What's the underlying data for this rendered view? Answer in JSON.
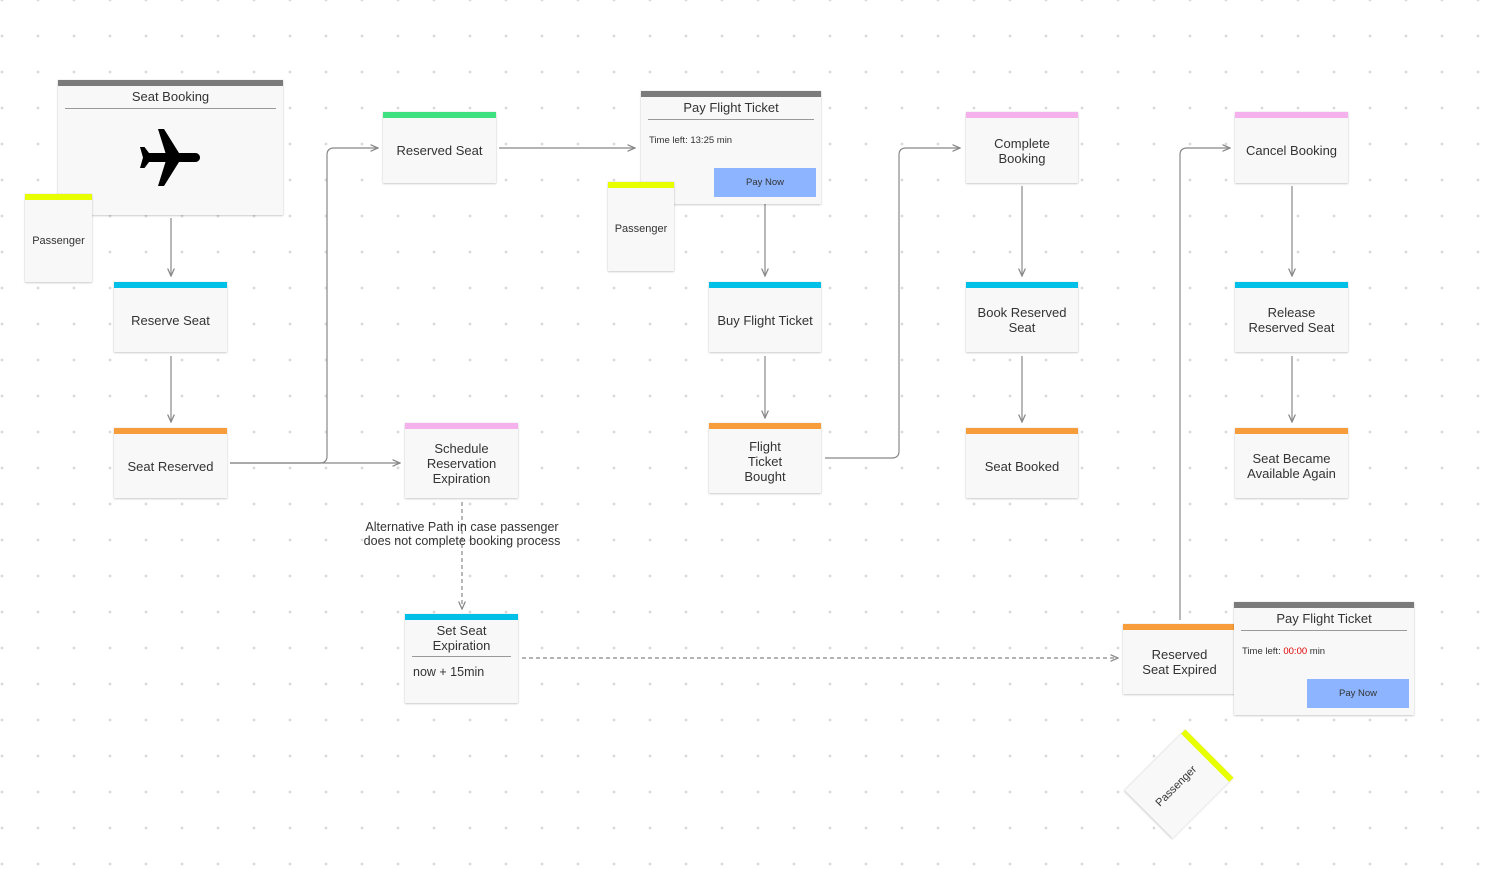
{
  "seat_booking": {
    "title": "Seat Booking",
    "icon": "airplane-icon"
  },
  "passenger_label": "Passenger",
  "pay_card": {
    "title": "Pay Flight Ticket",
    "time_prefix": "Time left:",
    "time_value": "13:25",
    "time_unit": "min",
    "button": "Pay Now"
  },
  "pay_card_expired": {
    "title": "Pay Flight Ticket",
    "time_prefix": "Time left:",
    "time_value": "00:00",
    "time_unit": "min",
    "button": "Pay Now"
  },
  "nodes": {
    "reserve_seat": "Reserve Seat",
    "seat_reserved": "Seat Reserved",
    "reserved_seat": "Reserved Seat",
    "schedule_expiration": "Schedule Reservation Expiration",
    "set_seat_expiration": "Set Seat Expiration",
    "set_seat_expiration_value": "now + 15min",
    "buy_flight_ticket": "Buy Flight Ticket",
    "flight_ticket_bought": "Flight Ticket Bought",
    "complete_booking": "Complete Booking",
    "book_reserved_seat": "Book Reserved Seat",
    "seat_booked": "Seat Booked",
    "cancel_booking": "Cancel Booking",
    "release_reserved_seat": "Release Reserved Seat",
    "seat_available_again": "Seat Became Available Again",
    "reserved_seat_expired": "Reserved Seat Expired"
  },
  "annotation": {
    "line1": "Alternative Path in case passenger",
    "line2": "does not complete booking process"
  },
  "colors": {
    "command": "#00c0e8",
    "event": "#f79d3b",
    "read_model": "#3ee07f",
    "policy": "#f4b1ec",
    "actor": "#e8ff00",
    "ui": "#7b7b7b",
    "button": "#8cb4ff",
    "connector": "#888888"
  }
}
